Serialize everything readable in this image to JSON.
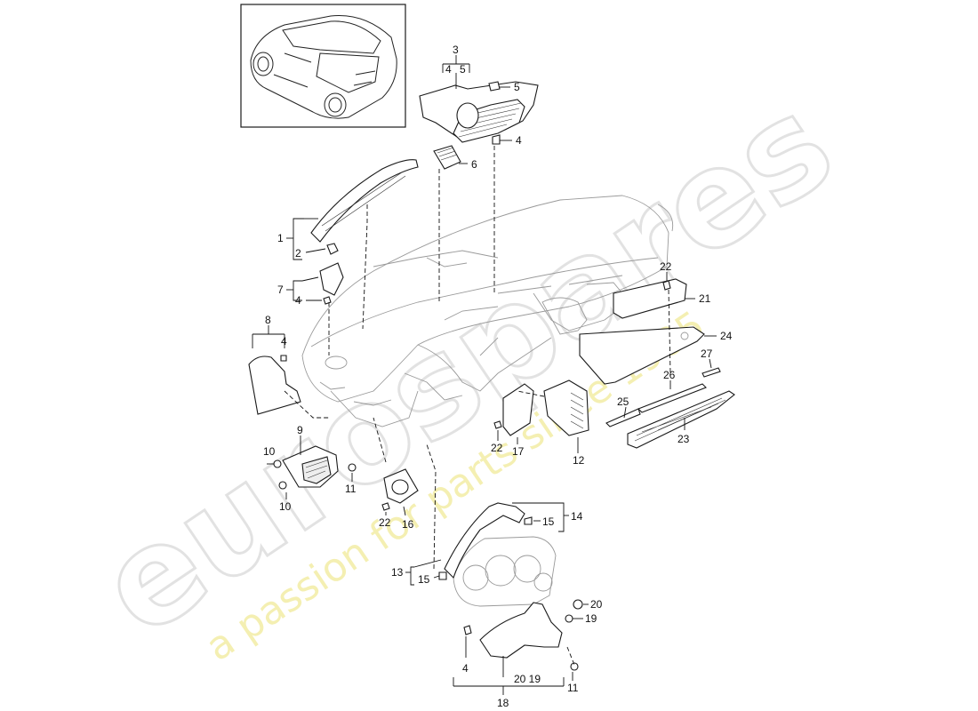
{
  "watermark": {
    "logo_text": "eurospares",
    "tagline": "a passion for parts since 1985"
  },
  "colors": {
    "line": "#1a1a1a",
    "ghost": "#9a9a9a",
    "watermark_outline": "#d9d9d9",
    "watermark_tagline": "#f2eca0"
  },
  "inset": {
    "icon": "car-rear-three-quarter-icon"
  },
  "callouts": {
    "c1": "1",
    "c2": "2",
    "c3": "3",
    "c3_sub4": "4",
    "c3_sub5": "5",
    "c4_vent": "4",
    "c4_top": "4",
    "c4_sideclip": "4",
    "c4_bottom": "4",
    "c5": "5",
    "c6": "6",
    "c7": "7",
    "c8": "8",
    "c9": "9",
    "c10_upper": "10",
    "c10_lower": "10",
    "c11_left": "11",
    "c11_bottom": "11",
    "c12": "12",
    "c13": "13",
    "c14": "14",
    "c15_upper": "15",
    "c15_lower": "15",
    "c16": "16",
    "c17": "17",
    "c18": "18",
    "c18_sub": "20 19",
    "c19": "19",
    "c20": "20",
    "c21": "21",
    "c22_top": "22",
    "c22_mid": "22",
    "c22_left": "22",
    "c23": "23",
    "c24": "24",
    "c25": "25",
    "c26": "26",
    "c27": "27"
  }
}
